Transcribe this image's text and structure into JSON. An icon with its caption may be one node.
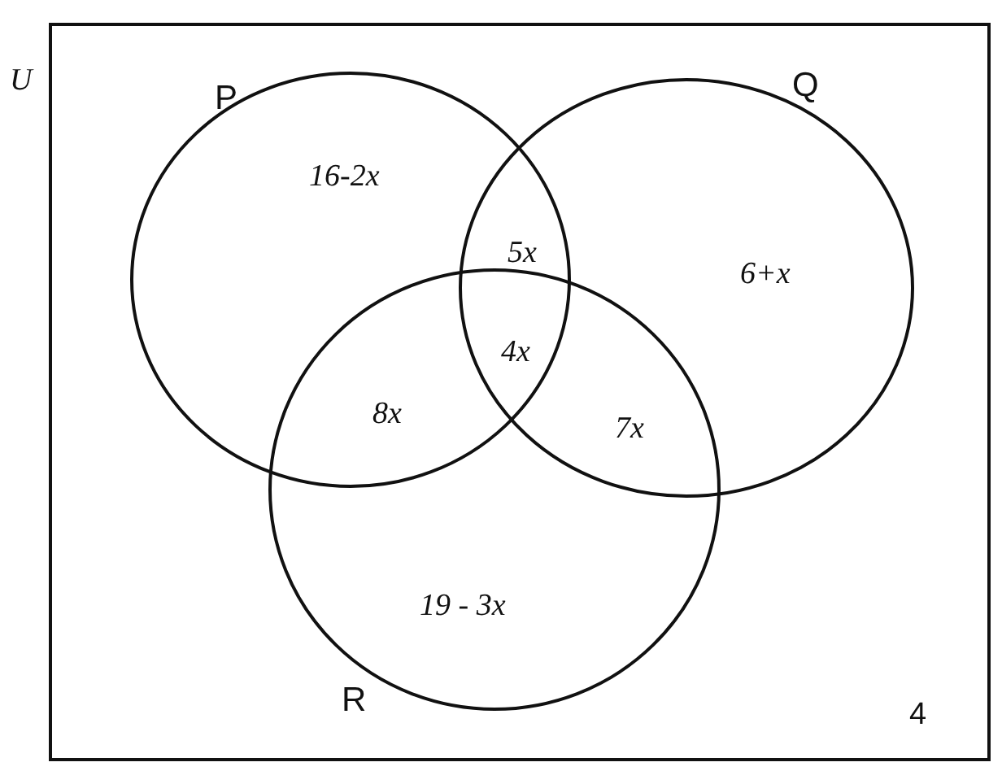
{
  "diagram": {
    "nodes": [
      {
        "text": [
          "U"
        ]
      },
      {
        "text": [
          "P"
        ],
        "in": 0
      },
      {
        "text": [
          "Q"
        ],
        "in": 0
      },
      {
        "text": [
          "R"
        ],
        "in": 0
      }
    ],
    "labels": [
      "16-2x",
      "5x",
      "6+x",
      "4x",
      "8x",
      "7x",
      "19 - 3x",
      "4"
    ]
  }
}
